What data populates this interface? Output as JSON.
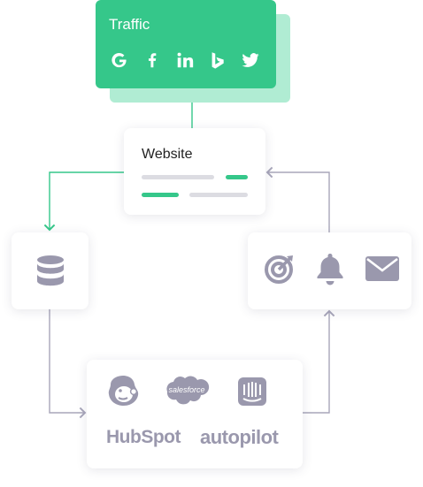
{
  "traffic": {
    "title": "Traffic",
    "icons": [
      "google-icon",
      "facebook-icon",
      "linkedin-icon",
      "bing-icon",
      "twitter-icon"
    ]
  },
  "website": {
    "title": "Website"
  },
  "database": {
    "icon": "database-icon"
  },
  "engagement": {
    "icons": [
      "target-icon",
      "bell-icon",
      "mail-icon"
    ]
  },
  "integrations": {
    "salesforce": "salesforce",
    "hubspot": "HubSpot",
    "autopilot": "autopilot",
    "icons": [
      "mailchimp-icon",
      "salesforce-icon",
      "intercom-icon"
    ]
  },
  "colors": {
    "green": "#35c78a",
    "green_light": "#b0ecd3",
    "gray_icon": "#9a98ad",
    "line_gray": "#a8a6ba"
  }
}
